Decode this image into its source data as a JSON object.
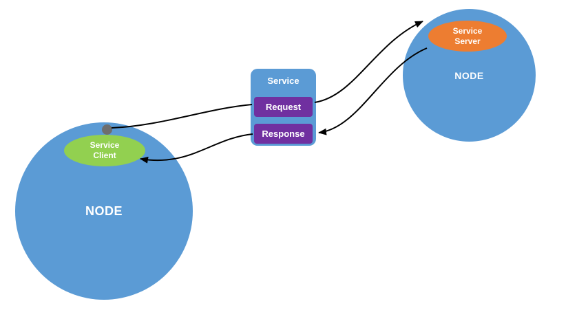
{
  "diagram": {
    "left_node": {
      "label": "NODE"
    },
    "right_node": {
      "label": "NODE"
    },
    "service_client": {
      "line1": "Service",
      "line2": "Client"
    },
    "service_server": {
      "line1": "Service",
      "line2": "Server"
    },
    "service_box": {
      "title": "Service",
      "request_label": "Request",
      "response_label": "Response"
    },
    "arrows": [
      {
        "name": "client-to-request",
        "from": "service-client-dot",
        "to": "request-box"
      },
      {
        "name": "request-to-server",
        "from": "request-box",
        "to": "service-server"
      },
      {
        "name": "server-to-response",
        "from": "service-server",
        "to": "response-box"
      },
      {
        "name": "response-to-client",
        "from": "response-box",
        "to": "service-client"
      }
    ],
    "colors": {
      "node_blue": "#5b9bd5",
      "client_green": "#92d050",
      "server_orange": "#ed7d31",
      "request_purple": "#7030a0",
      "arrow_black": "#000000",
      "dot_gray": "#6e6e6e"
    }
  }
}
